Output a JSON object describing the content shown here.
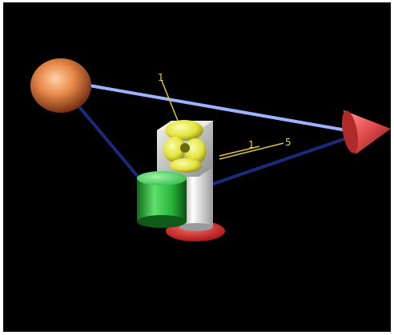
{
  "scene": {
    "background_color": "#000000",
    "annotations": {
      "label_top": "1",
      "label_mid": "1",
      "label_right": "5"
    },
    "colors": {
      "sphere": "#e8894a",
      "cone": "#e24a4a",
      "cylinder": "#27b53a",
      "disc": "#d82b2b",
      "joint": "#e3e33c",
      "cube": "#d9d9d9",
      "link_light": "#9db3ff",
      "link_dark": "#1b2a7a",
      "annotation": "#e8d23a"
    }
  }
}
